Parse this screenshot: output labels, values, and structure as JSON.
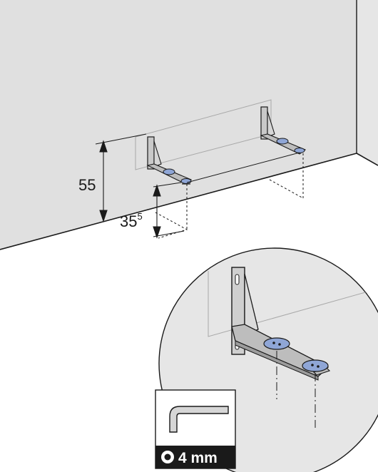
{
  "dimensions": {
    "height_label": "55",
    "depth_label_main": "35",
    "depth_label_sup": "5"
  },
  "tool": {
    "label": "4 mm",
    "icon": "hex-key-icon"
  },
  "colors": {
    "wall": "#e0e0e0",
    "line": "#1a1a1a",
    "bracket": "#c7c7c7",
    "foot_blue": "#8fa6d6",
    "tool_bar": "#1a1a1a"
  }
}
